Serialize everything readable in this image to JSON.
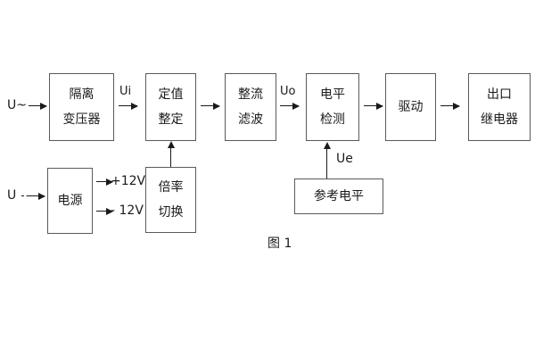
{
  "diagram": {
    "caption": "图 1",
    "blocks": [
      {
        "id": "isolation-transformer",
        "line1": "隔离",
        "line2": "变压器"
      },
      {
        "id": "setting-value",
        "line1": "定值",
        "line2": "整定"
      },
      {
        "id": "rectify-filter",
        "line1": "整流",
        "line2": "滤波"
      },
      {
        "id": "level-detection",
        "line1": "电平",
        "line2": "检测"
      },
      {
        "id": "drive",
        "line1": "驱动",
        "line2": ""
      },
      {
        "id": "output-relay",
        "line1": "出口",
        "line2": "继电器"
      },
      {
        "id": "power-supply",
        "line1": "电源",
        "line2": ""
      },
      {
        "id": "multiplier-switch",
        "line1": "倍率",
        "line2": "切换"
      },
      {
        "id": "reference-level",
        "line1": "参考电平",
        "line2": ""
      }
    ],
    "signals": {
      "input_ac": "U~",
      "input_dc": "U",
      "ui": "Ui",
      "uo": "Uo",
      "ue": "Ue",
      "plus12v": "+12V",
      "minus12v": "- 12V"
    },
    "colors": {
      "box_border": "#5a5a5a",
      "line": "#1a1a1a",
      "text": "#1a1a1a",
      "background": "#ffffff"
    }
  }
}
